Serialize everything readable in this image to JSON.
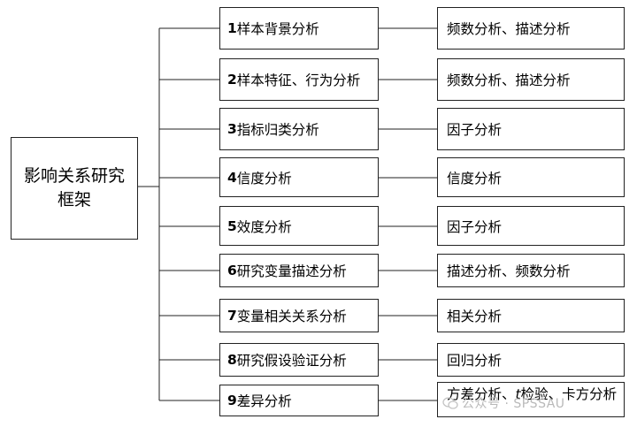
{
  "root_label": "影响关系研究框架",
  "steps": [
    {
      "num": "1",
      "label": "样本背景分析",
      "method": "频数分析、描述分析"
    },
    {
      "num": "2",
      "label": "样本特征、行为分析",
      "method": "频数分析、描述分析"
    },
    {
      "num": "3",
      "label": "指标归类分析",
      "method": "因子分析"
    },
    {
      "num": "4",
      "label": "信度分析",
      "method": "信度分析"
    },
    {
      "num": "5",
      "label": "效度分析",
      "method": "因子分析"
    },
    {
      "num": "6",
      "label": "研究变量描述分析",
      "method": "描述分析、频数分析"
    },
    {
      "num": "7",
      "label": "变量相关关系分析",
      "method": "相关分析"
    },
    {
      "num": "8",
      "label": "研究假设验证分析",
      "method": "回归分析"
    },
    {
      "num": "9",
      "label": "差异分析",
      "method_parts": [
        "方差分析、",
        "t",
        "检验、卡方分析"
      ]
    }
  ],
  "watermark": "公众号 · SPSSAU",
  "line_color": "#222222"
}
